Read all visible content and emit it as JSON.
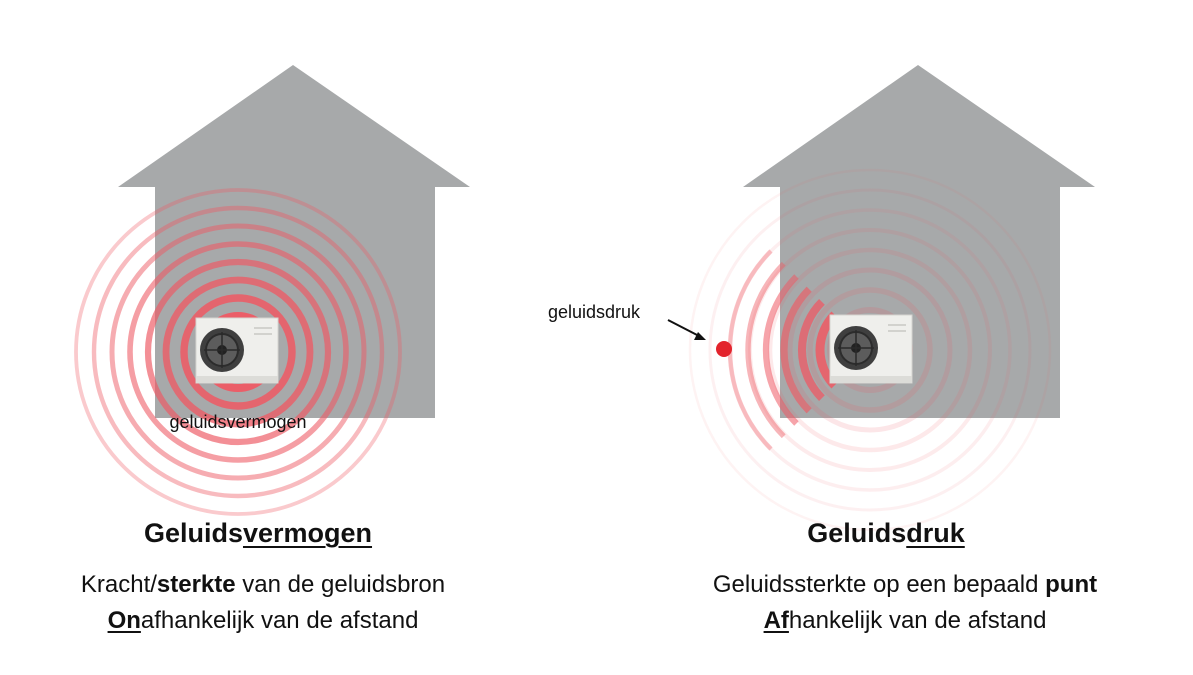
{
  "left": {
    "source_label": "geluidsvermogen",
    "title_plain": "Geluids",
    "title_underlined": "vermogen",
    "line1_pre": "Kracht/",
    "line1_bold": "sterkte",
    "line1_post": " van de geluidsbron",
    "line2_underlined": "On",
    "line2_rest": "afhankelijk van de afstand"
  },
  "right": {
    "point_label": "geluidsdruk",
    "title_plain": "Geluids",
    "title_underlined": "druk",
    "line1_pre": "Geluidssterkte op een bepaald ",
    "line1_bold": "punt",
    "line2_underlined": "Af",
    "line2_rest": "hankelijk van de afstand"
  },
  "colors": {
    "house": "#a7a9aa",
    "wave": "#ee5a64",
    "point": "#e3232c",
    "unit_body": "#efefec",
    "fan": "#4a4a4a"
  },
  "icons": [
    "house-icon",
    "heat-pump-unit-icon",
    "sound-wave-rings",
    "measure-point-dot",
    "arrow-icon"
  ]
}
